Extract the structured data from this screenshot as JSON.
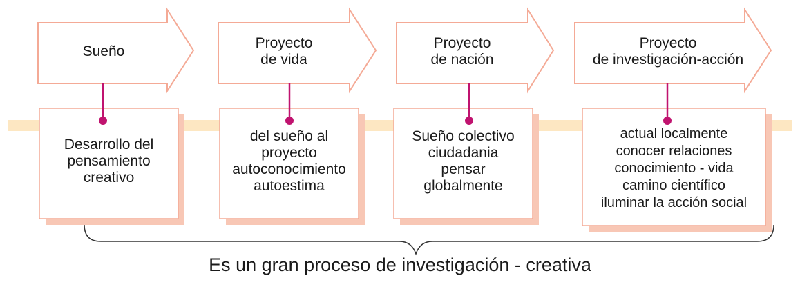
{
  "colors": {
    "arrow_fill": "#ffffff",
    "arrow_stroke": "#f4aa96",
    "box_shadow": "#f8c7b5",
    "timeline_band": "#fde7c2",
    "connector": "#c0136f",
    "brace": "#333333",
    "text": "#1a1a1a"
  },
  "stages": [
    {
      "arrow_label": "Sueño",
      "box_text": "Desarrollo del\npensamiento\ncreativo"
    },
    {
      "arrow_label": "Proyecto\nde vida",
      "box_text": "del sueño al\nproyecto\nautoconocimiento\nautoestima"
    },
    {
      "arrow_label": "Proyecto\nde nación",
      "box_text": "Sueño colectivo\nciudadania\npensar\nglobalmente"
    },
    {
      "arrow_label": "Proyecto\nde investigación-acción",
      "box_text": "actual localmente\nconocer relaciones\nconocimiento - vida\ncamino científico\niluminar la acción social"
    }
  ],
  "caption": "Es un gran proceso de investigación - creativa"
}
